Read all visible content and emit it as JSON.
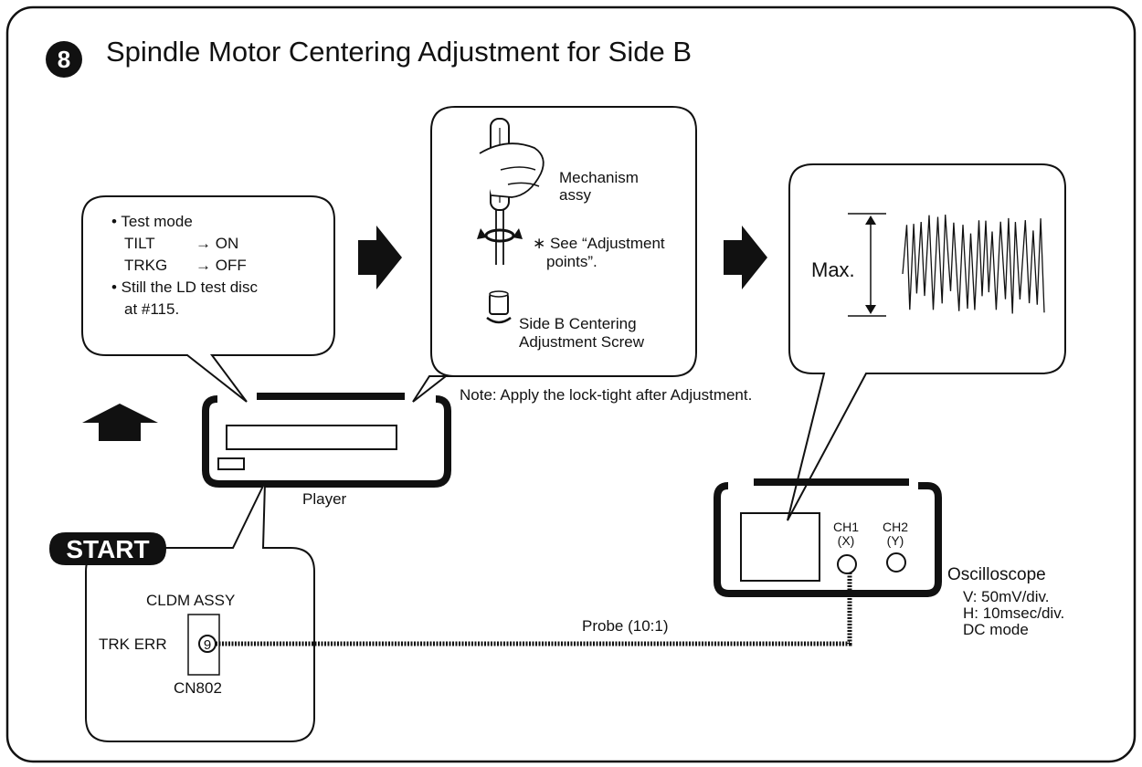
{
  "title": {
    "step_number": "8",
    "text": "Spindle Motor Centering Adjustment for Side B"
  },
  "test_mode_bubble": {
    "lines": [
      "• Test mode",
      "TILT",
      "→ ON",
      "TRKG",
      "→ OFF",
      "• Still the LD test disc",
      "at #115."
    ]
  },
  "mechanism_bubble": {
    "label_line1": "Mechanism",
    "label_line2": "assy",
    "see_line1": "∗ See “Adjustment",
    "see_line2": "points”.",
    "screw_line1": "Side B Centering",
    "screw_line2": "Adjustment Screw"
  },
  "note": "Note: Apply the lock-tight after Adjustment.",
  "player_label": "Player",
  "start_label": "START",
  "connector_bubble": {
    "assy": "CLDM ASSY",
    "signal": "TRK ERR",
    "pin": "9",
    "connector": "CN802"
  },
  "probe_label": "Probe (10:1)",
  "waveform_label": "Max.",
  "oscilloscope": {
    "ch1_line1": "CH1",
    "ch1_line2": "(X)",
    "ch2_line1": "CH2",
    "ch2_line2": "(Y)",
    "label": "Oscilloscope",
    "settings": [
      "V: 50mV/div.",
      "H: 10msec/div.",
      "DC mode"
    ]
  }
}
